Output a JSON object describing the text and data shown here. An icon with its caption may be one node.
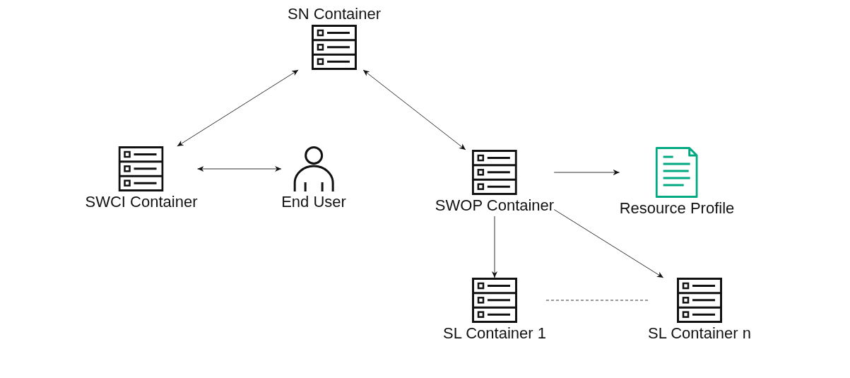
{
  "diagram": {
    "nodes": [
      {
        "text": [
          "SN Container"
        ]
      },
      {
        "text": [
          "SWCI Container"
        ]
      },
      {
        "text": [
          "End User"
        ]
      },
      {
        "text": [
          "SWOP Container"
        ]
      },
      {
        "text": [
          "Resource Profile"
        ]
      },
      {
        "text": [
          "SL Container 1"
        ]
      },
      {
        "text": [
          "SL Container n"
        ]
      }
    ],
    "edges": [
      {
        "from": 0,
        "to": 1,
        "arrow": "both"
      },
      {
        "from": 1,
        "to": 2,
        "arrow": "both"
      },
      {
        "from": 0,
        "to": 3,
        "arrow": "both"
      },
      {
        "from": 3,
        "to": 4,
        "arrow": "to"
      },
      {
        "from": 3,
        "to": 5,
        "arrow": "to"
      },
      {
        "from": 3,
        "to": 6,
        "arrow": "to"
      },
      {
        "from": 5,
        "to": 6,
        "arrow": "none",
        "style": "dashed"
      }
    ]
  }
}
